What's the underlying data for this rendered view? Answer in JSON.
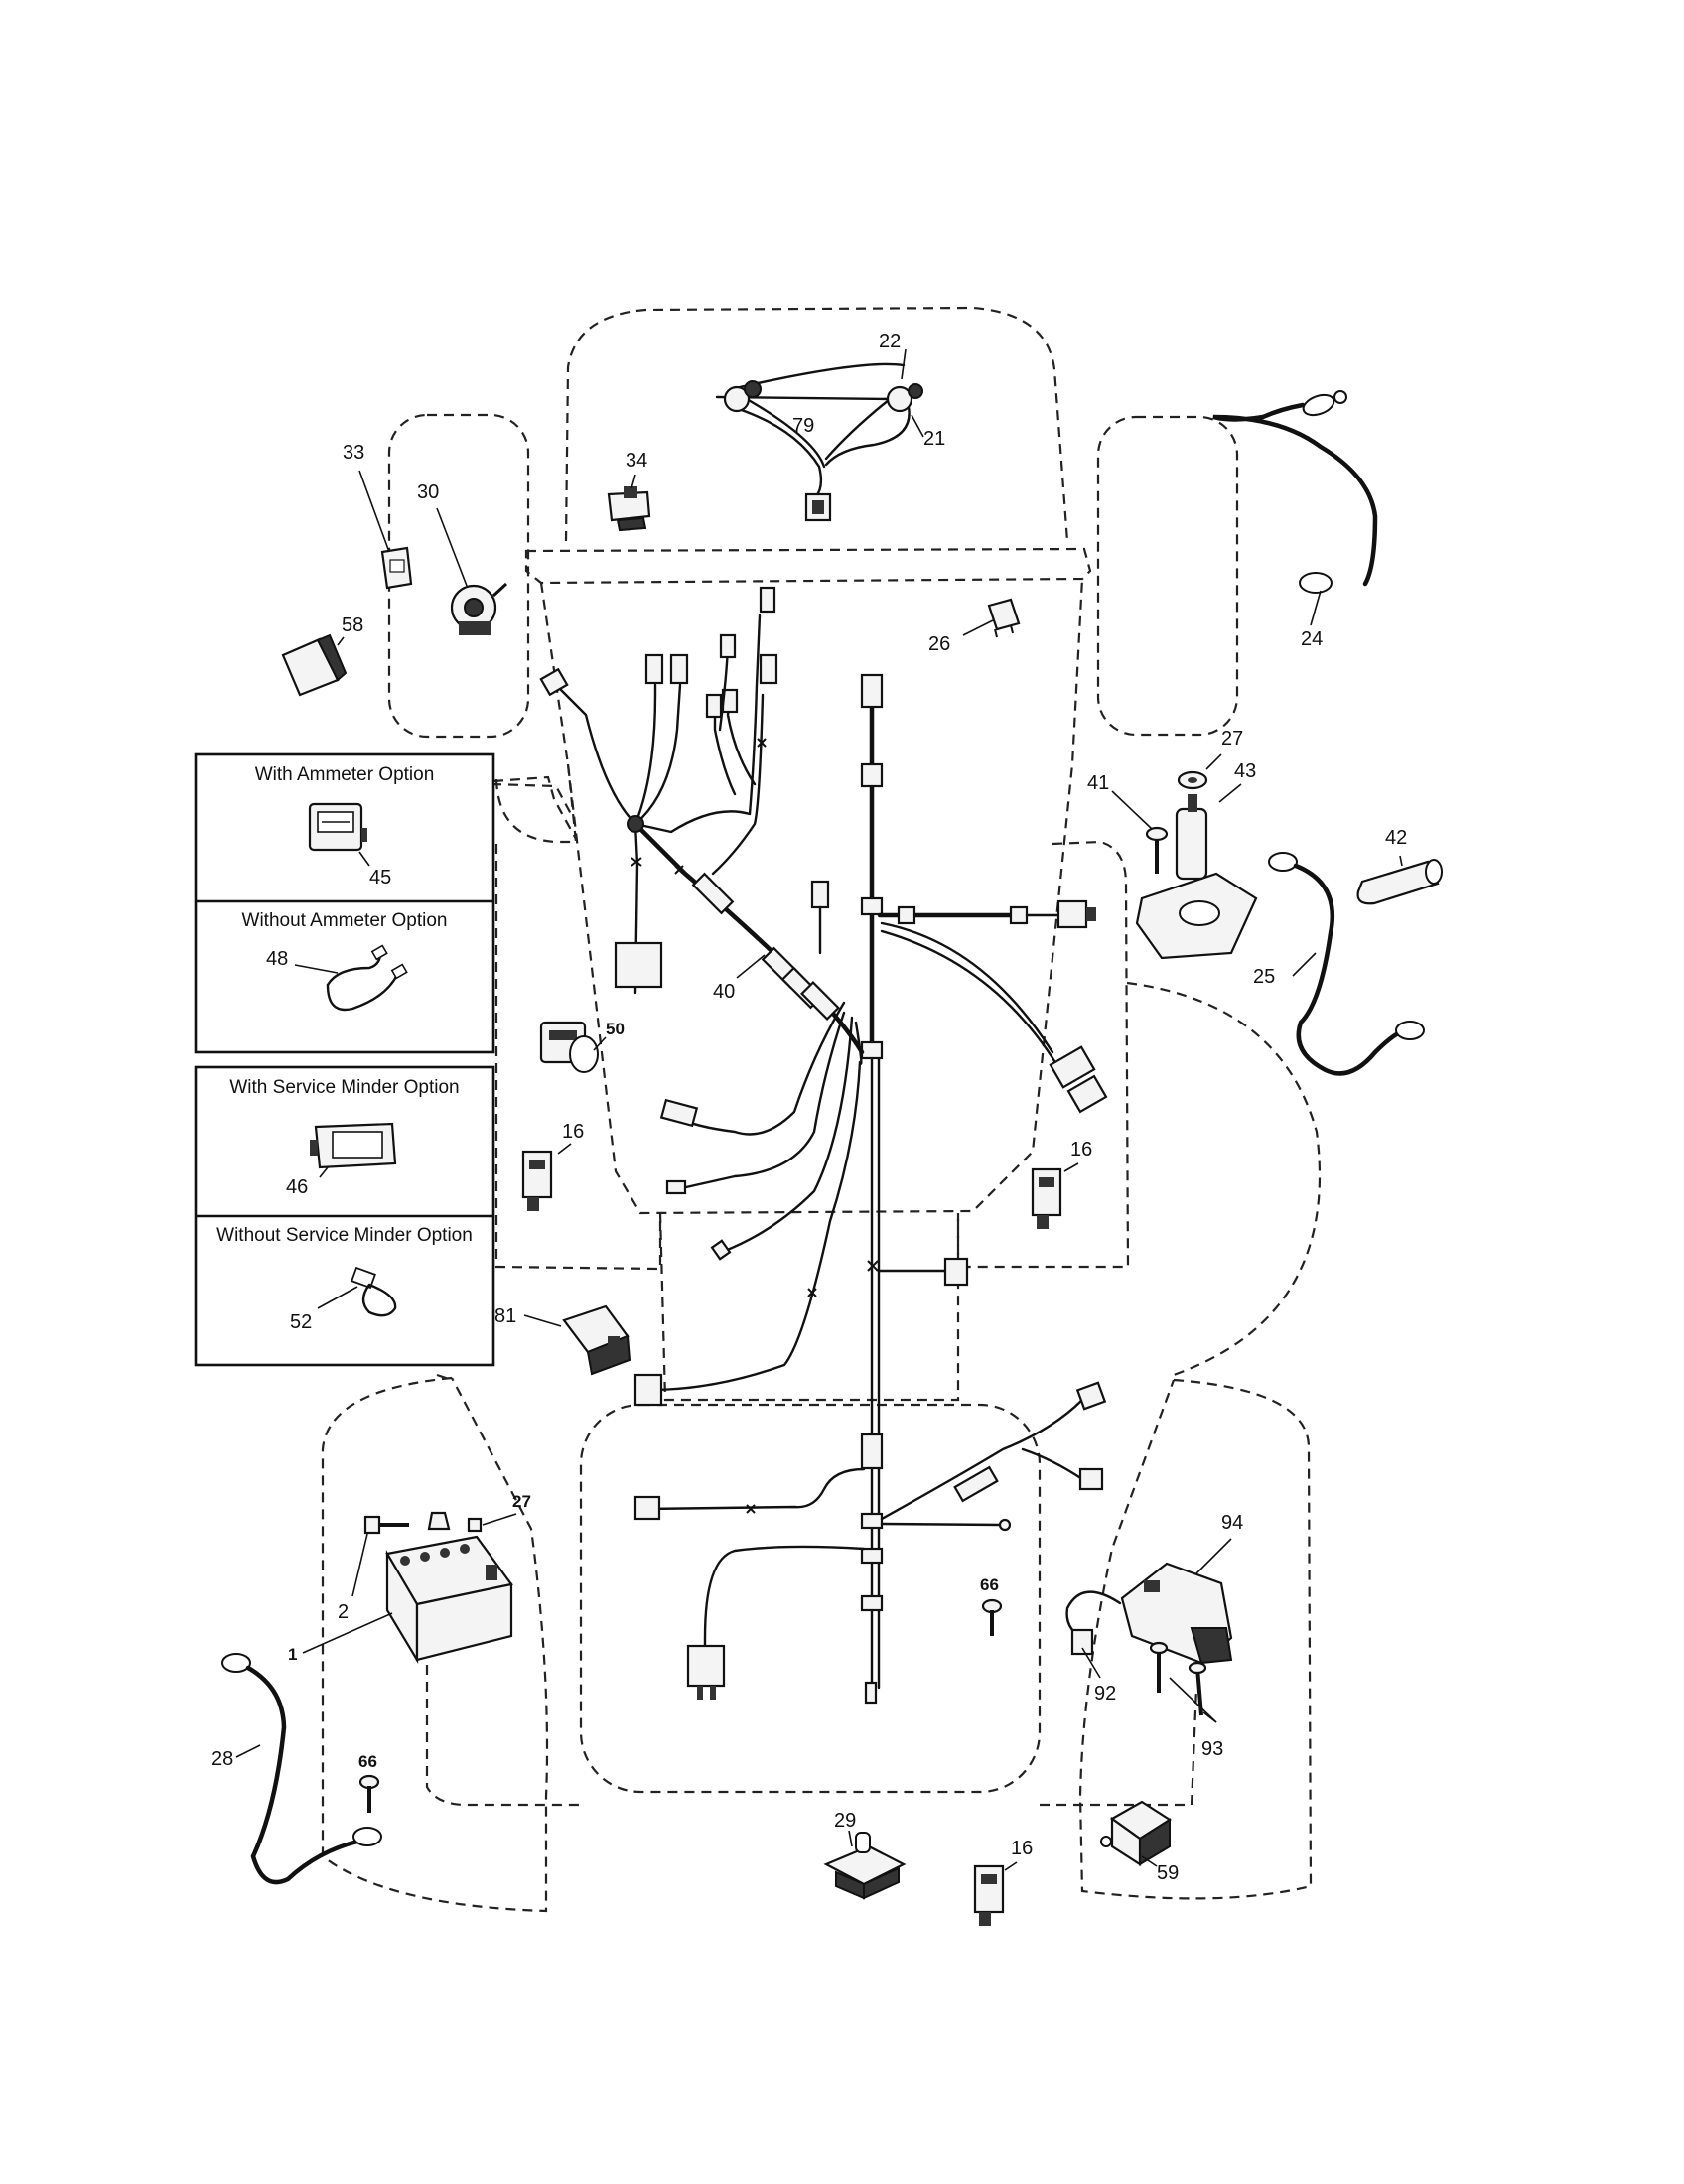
{
  "option_boxes": {
    "ammeter": {
      "with_label": "With Ammeter Option",
      "without_label": "Without Ammeter Option"
    },
    "service_minder": {
      "with_label": "With Service Minder Option",
      "without_label": "Without Service Minder Option"
    }
  },
  "callouts": {
    "c1": "1",
    "c2": "2",
    "c16a": "16",
    "c16b": "16",
    "c16c": "16",
    "c21": "21",
    "c22": "22",
    "c24": "24",
    "c25": "25",
    "c26": "26",
    "c27a": "27",
    "c27b": "27",
    "c28": "28",
    "c29": "29",
    "c30": "30",
    "c33": "33",
    "c34": "34",
    "c40": "40",
    "c41": "41",
    "c42": "42",
    "c43": "43",
    "c45": "45",
    "c46": "46",
    "c48": "48",
    "c50": "50",
    "c52": "52",
    "c58": "58",
    "c59": "59",
    "c66a": "66",
    "c66b": "66",
    "c79": "79",
    "c81": "81",
    "c92": "92",
    "c93": "93",
    "c94": "94"
  },
  "icons": [
    "battery-icon",
    "switch-icon",
    "relay-icon",
    "cable-icon",
    "harness-icon",
    "solenoid-icon",
    "headlight-icon",
    "screw-icon"
  ]
}
